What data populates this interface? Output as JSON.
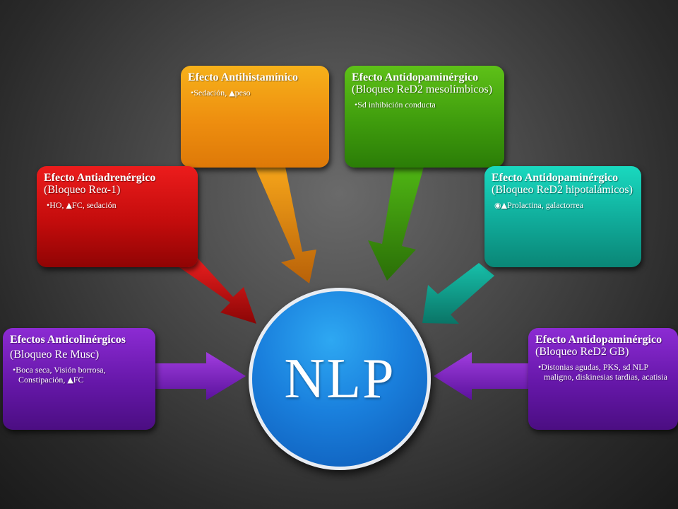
{
  "center": {
    "label": "NLP",
    "color": "#1a80dd"
  },
  "effects": {
    "anticolinergicos": {
      "title": "Efectos Anticolinérgicos",
      "subtitle": "(Bloqueo Re Musc)",
      "bullet": "Boca seca, Visión borrosa, Constipación, ",
      "bullet_icon": "up-arrow",
      "bullet_tail": "FC",
      "color": "#6517a8"
    },
    "antiadrenergico": {
      "title": "Efecto Antiadrenérgico",
      "subtitle": "(Bloqueo Reα-1)",
      "bullet": "HO, ",
      "bullet_icon": "up-arrow",
      "bullet_tail": "FC, sedación",
      "color": "#c30c0c"
    },
    "antihistaminico": {
      "title": "Efecto Antihistamínico",
      "bullet": "Sedación, ",
      "bullet_icon": "up-arrow",
      "bullet_tail": "peso",
      "color": "#ee8e0f"
    },
    "antidopa_meso": {
      "title": "Efecto Antidopaminérgico",
      "subtitle": "(Bloqueo ReD2 mesolímbicos)",
      "bullet": "Sd inhibición conducta",
      "color": "#3f9c0d"
    },
    "antidopa_hipo": {
      "title": "Efecto Antidopaminérgico",
      "subtitle": "(Bloqueo ReD2 hipotalámicos)",
      "bullet_icon": "up-arrow",
      "bullet_tail": "Prolactina, galactorrea",
      "color": "#10aa99"
    },
    "antidopa_gb": {
      "title": "Efecto Antidopaminérgico",
      "subtitle": "(Bloqueo ReD2 GB)",
      "bullet": "Distonias agudas, PKS, sd NLP maligno, diskinesias tardias, acatisia",
      "color": "#6517a8"
    }
  }
}
